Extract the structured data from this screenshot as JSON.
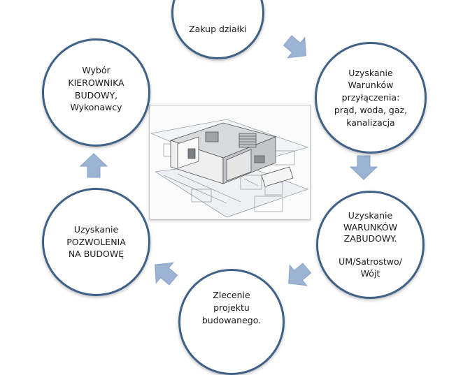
{
  "diagram": {
    "nodes": [
      {
        "id": "zakup",
        "label": "Zakup działki"
      },
      {
        "id": "warunki-przylaczenia",
        "label": "Uzyskanie\nWarunków\nprzyłączenia:\nprąd, woda, gaz,\nkanalizacja"
      },
      {
        "id": "warunki-zabudowy",
        "label": "Uzyskanie\nWARUNKÓW\nZABUDOWY.\n\nUM/Satrostwo/\nWójt"
      },
      {
        "id": "projekt",
        "label": "Zlecenie\nprojektu\nbudowanego."
      },
      {
        "id": "pozwolenie",
        "label": "Uzyskanie\nPOZWOLENIA\nNA BUDOWĘ"
      },
      {
        "id": "kierownik",
        "label": "Wybór\nKIEROWNIKA\nBUDOWY,\nWykonawcy"
      }
    ],
    "arrow_color": "#9db3d4",
    "circle_border_color": "#3f6186"
  }
}
